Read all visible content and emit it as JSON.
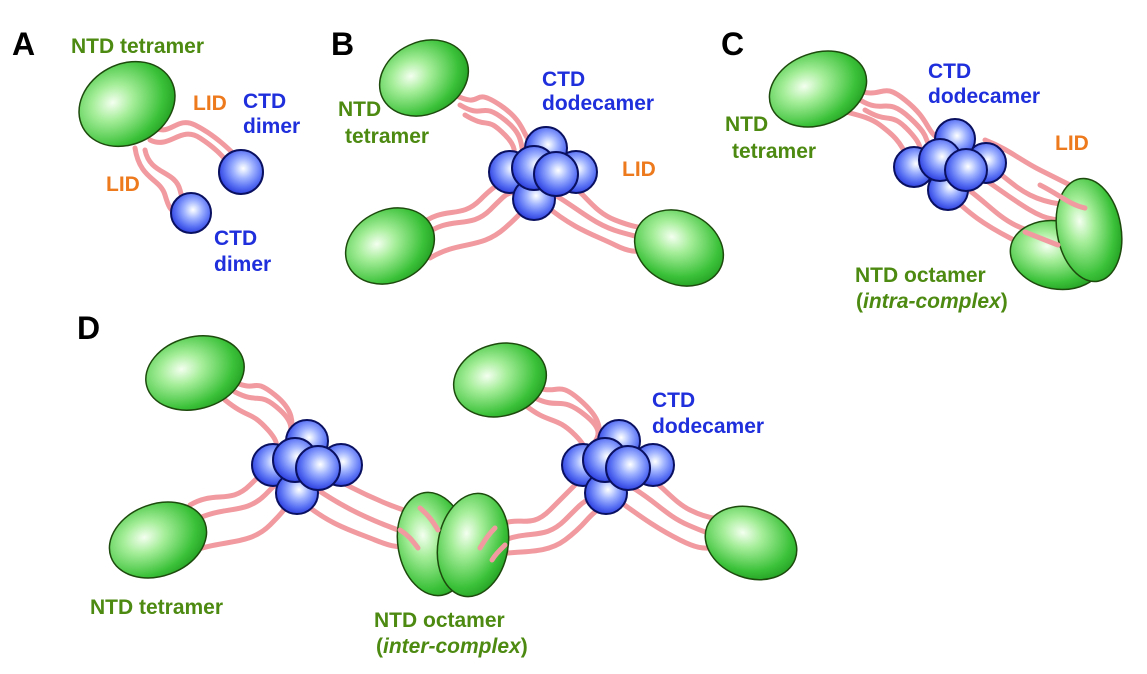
{
  "panels": {
    "A": {
      "letter": "A",
      "ntd_label": "NTD tetramer",
      "ctd_label_1": [
        "CTD",
        "dimer"
      ],
      "ctd_label_2": [
        "CTD",
        "dimer"
      ],
      "lid_label_1": "LID",
      "lid_label_2": "LID"
    },
    "B": {
      "letter": "B",
      "ntd_label": [
        "NTD",
        "tetramer"
      ],
      "ctd_label": [
        "CTD",
        "dodecamer"
      ],
      "lid_label": "LID"
    },
    "C": {
      "letter": "C",
      "ntd_label": [
        "NTD",
        "tetramer"
      ],
      "ctd_label": [
        "CTD",
        "dodecamer"
      ],
      "lid_label": "LID",
      "octamer_label": "NTD octamer",
      "octamer_sub": {
        "open": "(",
        "italic": "intra-complex",
        "close": ")"
      }
    },
    "D": {
      "letter": "D",
      "ntd_label": "NTD tetramer",
      "ctd_label": [
        "CTD",
        "dodecamer"
      ],
      "octamer_label": "NTD octamer",
      "octamer_sub": {
        "open": "(",
        "italic": "inter-complex",
        "close": ")"
      }
    }
  },
  "colors": {
    "ntd_text": "#4d8a12",
    "ctd_text": "#1f2fdc",
    "lid_text": "#ee7a1e",
    "linker": "#f19a9f",
    "ntd_fill_light": "#f4fff0",
    "ntd_fill_dark": "#1f9a1f",
    "ctd_fill_light": "#ffffff",
    "ctd_fill_dark": "#1b2bd6"
  }
}
